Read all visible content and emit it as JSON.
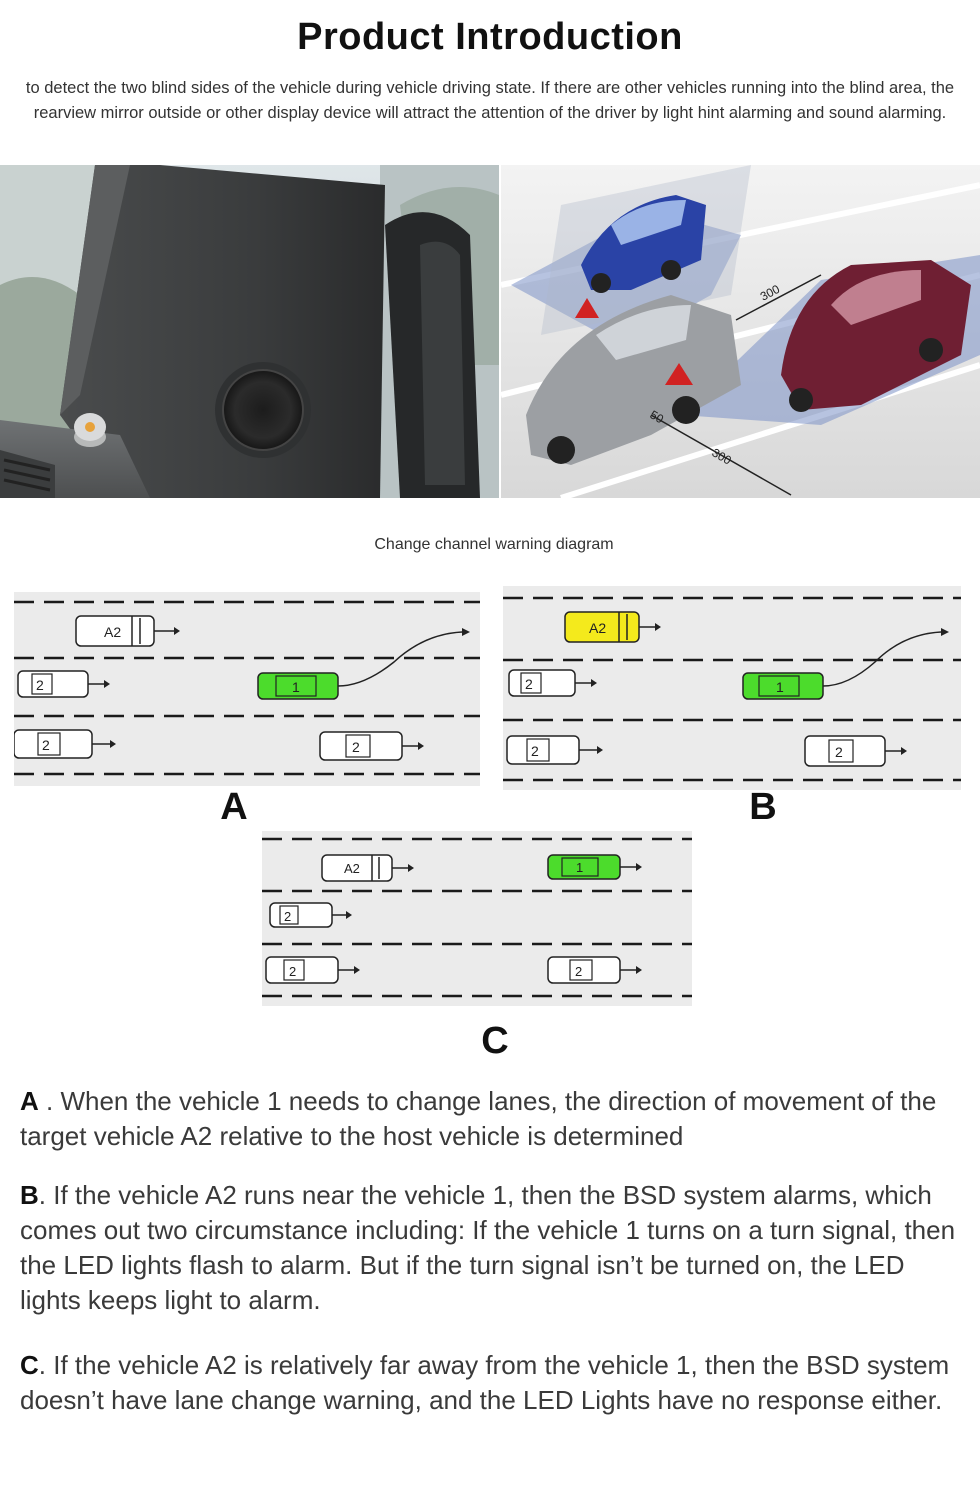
{
  "header": {
    "title": "Product Introduction",
    "intro": "to detect the two blind sides of the vehicle during vehicle driving state. If there are other vehicles running into the blind area, the rearview mirror outside or other display device will attract the attention of the driver by light hint alarming and sound alarming."
  },
  "photos": {
    "right_distance_labels": [
      "300",
      "50",
      "300"
    ]
  },
  "diagram": {
    "caption": "Change channel warning diagram",
    "panels": [
      {
        "label": "A",
        "target_label": "A2",
        "host_label": "1",
        "other_label": "2",
        "target_color": "#ffffff",
        "host_color": "#4cdc2c"
      },
      {
        "label": "B",
        "target_label": "A2",
        "host_label": "1",
        "other_label": "2",
        "target_color": "#f4ea1c",
        "host_color": "#4cdc2c"
      },
      {
        "label": "C",
        "target_label": "A2",
        "host_label": "1",
        "other_label": "2",
        "target_color": "#ffffff",
        "host_color": "#4cdc2c"
      }
    ]
  },
  "descriptions": {
    "a": {
      "letter": "A",
      "text": " . When the vehicle 1 needs to change lanes, the direction of movement of the target vehicle A2 relative to the host vehicle is determined"
    },
    "b": {
      "letter": "B",
      "text": ". If the vehicle A2 runs near the vehicle 1, then the BSD system alarms, which comes out two circumstance including: If the vehicle 1 turns on a turn signal, then the LED lights flash to alarm. But if the turn signal isn’t be turned on, the LED lights keeps light to alarm."
    },
    "c": {
      "letter": "C",
      "text": ". If the vehicle A2 is relatively far away from the vehicle 1, then the BSD system doesn’t have lane change warning, and the LED Lights have no response either."
    }
  }
}
